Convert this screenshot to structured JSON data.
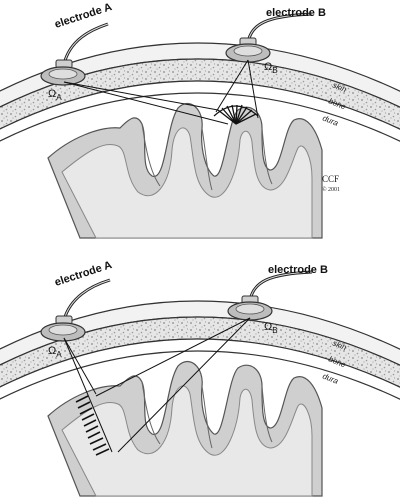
{
  "panels": [
    {
      "electrode_a": "electrode A",
      "electrode_b": "electrode B",
      "omega_a": "Ω",
      "omega_a_sub": "A",
      "omega_b": "Ω",
      "omega_b_sub": "B",
      "layers": {
        "skin": "skin",
        "bone": "bone",
        "dura": "dura"
      },
      "credit": "CCF",
      "copyright": "© 2001"
    },
    {
      "electrode_a": "electrode A",
      "electrode_b": "electrode B",
      "omega_a": "Ω",
      "omega_a_sub": "A",
      "omega_b": "Ω",
      "omega_b_sub": "B",
      "layers": {
        "skin": "skin",
        "bone": "bone",
        "dura": "dura"
      }
    }
  ]
}
